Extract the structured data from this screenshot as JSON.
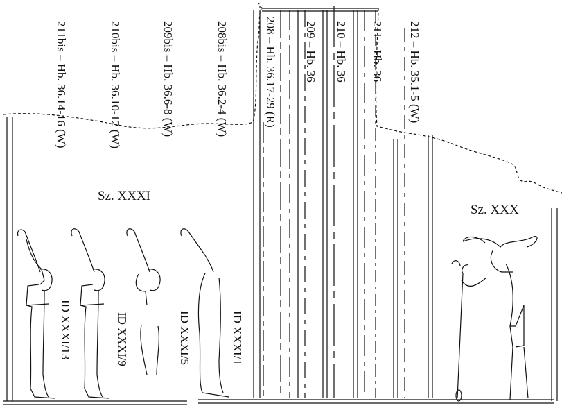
{
  "column_labels": [
    "211bis – Hb. 36.14-16 (W)",
    "210bis – Hb. 36.10-12 (W)",
    "209bis – Hb. 36.6-8 (W)",
    "208bis – Hb. 36.2-4 (W)",
    "208 – Hb. 36.17-29 (R)",
    "209 – Hb. 36",
    "210 – Hb. 36",
    "211 – Hb. 36",
    "212 – Hb. 35.1-5 (W)"
  ],
  "scene_labels": {
    "left": "Sz. XXXI",
    "right": "Sz. XXX"
  },
  "figure_ids": [
    "ID XXXI/13",
    "ID XXXI/9",
    "ID XXXI/5",
    "ID XXXI/1"
  ],
  "figures": {
    "left": [
      "crowned-deity-1",
      "crowned-deity-2",
      "crowned-deity-3",
      "crowned-deity-4"
    ],
    "right": [
      "ram-headed-god-with-staff"
    ]
  }
}
